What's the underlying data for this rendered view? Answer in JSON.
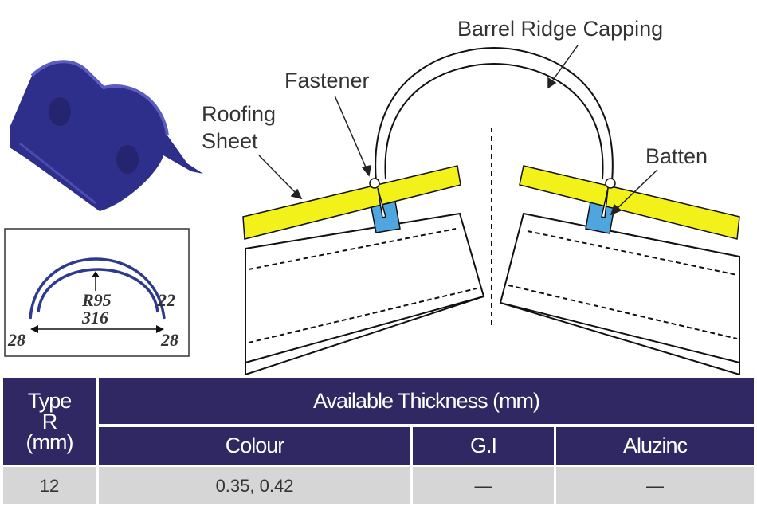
{
  "diagram": {
    "labels": {
      "barrel_ridge_capping": "Barrel Ridge Capping",
      "fastener": "Fastener",
      "roofing_sheet_line1": "Roofing",
      "roofing_sheet_line2": "Sheet",
      "batten": "Batten"
    },
    "profile_dimensions": {
      "radius": "R95",
      "width": "316",
      "lip_height": "22",
      "left_flange": "28",
      "right_flange": "28"
    },
    "colors": {
      "product": "#2e2f8a",
      "sheet": "#f2f21a",
      "batten": "#4fa6df",
      "table_header": "#302863",
      "table_row": "#d6d6d6"
    }
  },
  "table": {
    "type_header_line1": "Type",
    "type_header_line2": "R",
    "type_header_line3": "(mm)",
    "group_header": "Available Thickness (mm)",
    "columns": [
      "Colour",
      "G.I",
      "Aluzinc"
    ],
    "rows": [
      {
        "type": "12",
        "colour": "0.35, 0.42",
        "gi": "—",
        "aluzinc": "—"
      }
    ]
  }
}
